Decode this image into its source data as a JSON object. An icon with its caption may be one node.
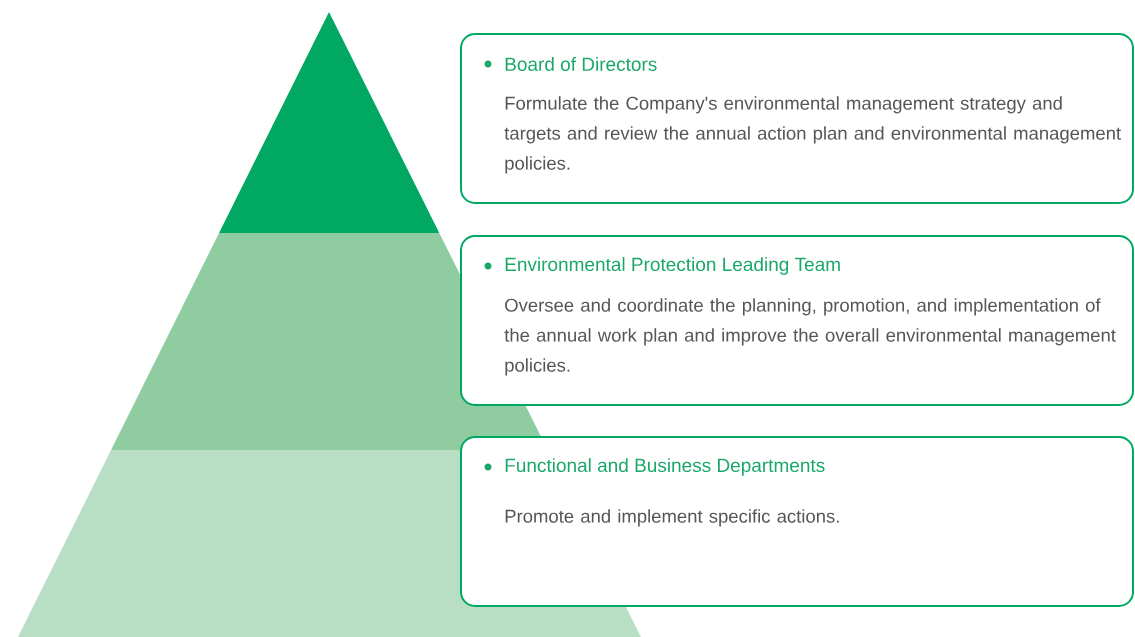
{
  "diagram": {
    "nodes": [
      {
        "text": [
          "Board of Directors",
          "Formulate the Company's environmental management strategy and targets and review the annual action plan and environmental management policies."
        ]
      },
      {
        "text": [
          "Environmental Protection Leading Team",
          "Oversee and coordinate the planning, promotion, and implementation of the annual work plan and improve the overall environmental management policies."
        ]
      },
      {
        "text": [
          "Functional and Business Departments",
          "Promote and implement specific actions."
        ]
      }
    ]
  }
}
